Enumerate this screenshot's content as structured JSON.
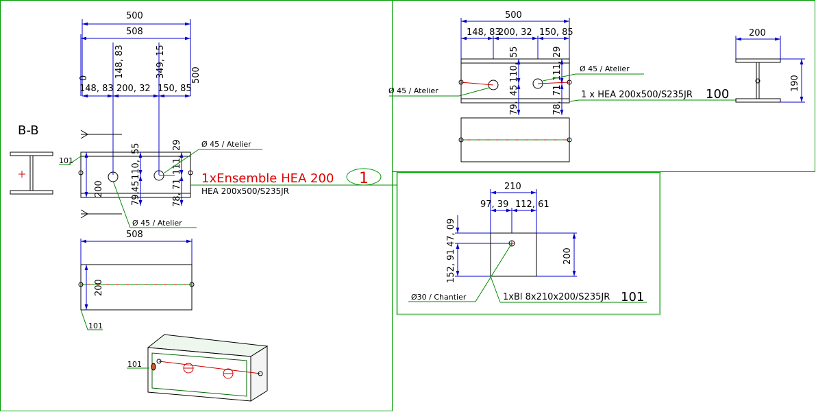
{
  "view1": {
    "section_label": "B-B",
    "dim_500_top": "500",
    "dim_508_top": "508",
    "dim_148_83_v": "148, 83",
    "dim_349_15_v": "349, 15",
    "dim_500_v": "500",
    "dim_0_v": "0",
    "dim_chain": [
      "148, 83",
      "200, 32",
      "150, 85"
    ],
    "dim_200_v": "200",
    "dim_55": "55",
    "dim_110": "110,",
    "dim_45": "45",
    "dim_79": "79,",
    "dim_29": "29",
    "dim_111": "111,",
    "dim_71": "71",
    "dim_78": "78,",
    "hole_label_top": "Ø 45 / Atelier",
    "hole_label_bottom": "Ø 45 / Atelier",
    "assembly_label": "1xEnsemble HEA 200",
    "assembly_number": "1",
    "assembly_sub": "HEA 200x500/S235JR",
    "ref_101_a": "101",
    "dim_508_bottom": "508",
    "dim_200_bottom": "200",
    "ref_101_b": "101",
    "ref_101_c": "101"
  },
  "view2": {
    "dim_500": "500",
    "dim_chain": [
      "148, 83",
      "200, 32",
      "150, 85"
    ],
    "dim_55": "55",
    "dim_110": "110,",
    "dim_45": "45",
    "dim_79": "79,",
    "dim_29": "29",
    "dim_111": "111,",
    "dim_71": "71",
    "dim_78": "78,",
    "hole_label_left": "Ø 45 / Atelier",
    "hole_label_right": "Ø 45 / Atelier",
    "part_label": "1 x HEA 200x500/S235JR",
    "part_number": "100",
    "dim_200_section": "200",
    "dim_190_section": "190"
  },
  "view3": {
    "dim_210": "210",
    "dim_97_39": "97, 39",
    "dim_112_61": "112, 61",
    "dim_47_09": "47, 09",
    "dim_152_91": "152, 91",
    "dim_200": "200",
    "hole_label": "Ø30 / Chantier",
    "part_label": "1xBl 8x210x200/S235JR",
    "part_number": "101"
  },
  "colors": {
    "dimension": "#0000cc",
    "frame": "#009900",
    "assembly_text": "#dd0000",
    "axis": "#cc0000"
  }
}
